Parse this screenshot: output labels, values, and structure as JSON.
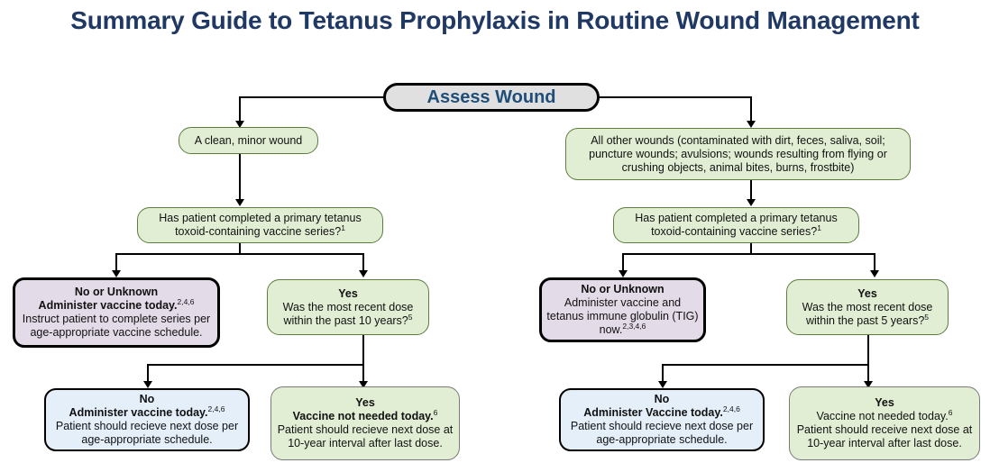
{
  "title": "Summary Guide to Tetanus Prophylaxis in Routine Wound Management",
  "root": {
    "label": "Assess Wound"
  },
  "colors": {
    "title_navy": "#1f3864",
    "pill_text": "#1f4e79",
    "pill_fill": "#e0e0e0",
    "green_fill": "#e1eed4",
    "green_border": "#5c7d3e",
    "lavender_fill": "#e4dbe8",
    "blue_fill": "#e4effa",
    "line": "#000000"
  },
  "left_branch": {
    "wound_type": "A clean, minor wound",
    "question": {
      "line1": "Has patient completed a primary tetanus",
      "line2": "toxoid-containing vaccine series?",
      "sup": "1"
    },
    "no_unknown": {
      "head1": "No or Unknown",
      "head2": "Administer vaccine today.",
      "head2_sup": "2,4,6",
      "body": "Instruct patient to complete series per age-appropriate vaccine schedule."
    },
    "yes_question": {
      "head": "Yes",
      "line1": "Was the most recent dose",
      "line2": "within the past 10 years?",
      "sup": "5"
    },
    "outcome_no": {
      "head1": "No",
      "head2": "Administer vaccine today.",
      "head2_sup": "2,4,6",
      "body": "Patient should recieve next dose per age-appropriate schedule."
    },
    "outcome_yes": {
      "head1": "Yes",
      "head2": "Vaccine not needed today.",
      "head2_sup": "6",
      "body": "Patient should recieve next dose at 10-year interval after last dose."
    }
  },
  "right_branch": {
    "wound_type": "All other wounds (contaminated with dirt, feces, saliva, soil; puncture wounds; avulsions; wounds resulting from flying or crushing objects, animal bites, burns, frostbite)",
    "question": {
      "line1": "Has patient completed a primary tetanus",
      "line2": "toxoid-containing vaccine series?",
      "sup": "1"
    },
    "no_unknown": {
      "head1": "No or Unknown",
      "body1": "Administer vaccine and",
      "body2": "tetanus immune globulin (TIG)",
      "body3": "now.",
      "body3_sup": "2,3,4,6"
    },
    "yes_question": {
      "head": "Yes",
      "line1": "Was the most recent dose",
      "line2": "within the past 5 years?",
      "sup": "5"
    },
    "outcome_no": {
      "head1": "No",
      "head2": "Administer Vaccine today.",
      "head2_sup": "2,4,6",
      "body": "Patient should recieve next dose per age-appropriate schedule."
    },
    "outcome_yes": {
      "head1": "Yes",
      "head2": "Vaccine not needed today.",
      "head2_sup": "6",
      "body": "Patient should receive next dose at 10-year interval after last dose."
    }
  }
}
